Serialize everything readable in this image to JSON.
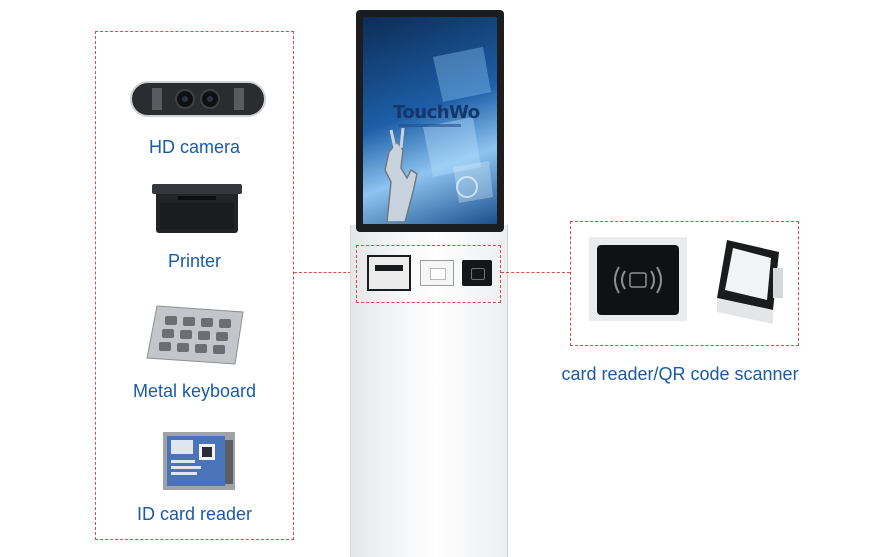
{
  "modules": {
    "hd_camera": {
      "label": "HD camera",
      "icon": "camera-icon"
    },
    "printer": {
      "label": "Printer",
      "icon": "printer-icon"
    },
    "metal_keyboard": {
      "label": "Metal keyboard",
      "icon": "keypad-icon"
    },
    "id_card_reader": {
      "label": "ID card reader",
      "icon": "id-card-reader-icon"
    },
    "card_reader_qr": {
      "label": "card reader/QR code scanner",
      "icon": "nfc-reader-icon"
    }
  },
  "kiosk": {
    "brand": "TouchWo",
    "screen_icon": "robot-hand-icon"
  },
  "colors": {
    "caption": "#1a5aa6",
    "dash": "#e04848",
    "screen": "#1d5fa8"
  }
}
